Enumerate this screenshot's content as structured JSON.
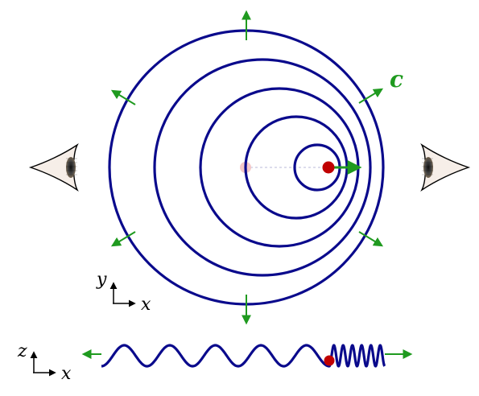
{
  "labels": {
    "wave_speed": "c",
    "top_axes": {
      "vertical": "y",
      "horizontal": "x"
    },
    "bottom_axes": {
      "vertical": "z",
      "horizontal": "x"
    }
  },
  "colors": {
    "wavefront": "#0a0a8c",
    "arrow": "#1f9a1f",
    "source": "#c00000",
    "source_origin": "#f4c9c9",
    "axis": "#000000"
  },
  "icons": {
    "left_observer": "eye-icon",
    "right_observer": "eye-icon"
  }
}
